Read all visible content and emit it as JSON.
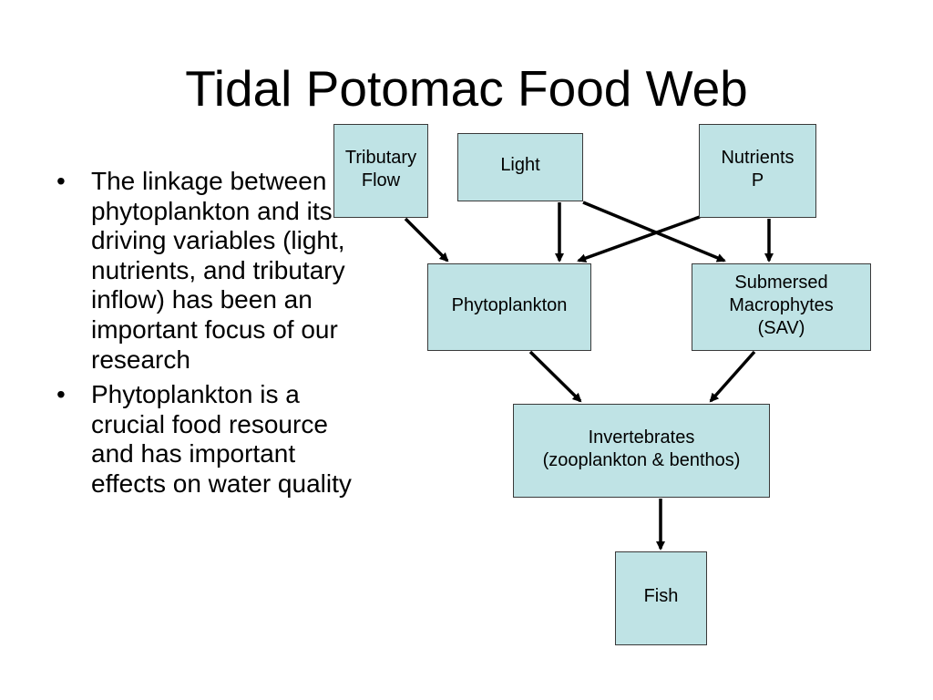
{
  "slide": {
    "title": "Tidal Potomac Food Web",
    "bullets": [
      "The linkage between phytoplankton and its driving variables (light, nutrients, and tributary inflow) has been an important focus of our research",
      "Phytoplankton is a crucial food resource and has important effects on water quality"
    ],
    "bullet_glyph": "•"
  },
  "diagram": {
    "colors": {
      "box_fill": "#bfe3e5",
      "box_border": "#3a3a3a",
      "arrow": "#000000"
    },
    "nodes": {
      "tributary": {
        "label": "Tributary\nFlow"
      },
      "light": {
        "label": "Light"
      },
      "nutrients": {
        "label": "Nutrients\nP"
      },
      "phytoplankton": {
        "label": "Phytoplankton"
      },
      "sav": {
        "label": "Submersed\nMacrophytes\n(SAV)"
      },
      "invertebrates": {
        "label": "Invertebrates\n(zooplankton & benthos)"
      },
      "fish": {
        "label": "Fish"
      }
    },
    "edges": [
      {
        "from": "tributary",
        "to": "phytoplankton"
      },
      {
        "from": "light",
        "to": "phytoplankton"
      },
      {
        "from": "light",
        "to": "sav"
      },
      {
        "from": "nutrients",
        "to": "phytoplankton"
      },
      {
        "from": "nutrients",
        "to": "sav"
      },
      {
        "from": "phytoplankton",
        "to": "invertebrates"
      },
      {
        "from": "sav",
        "to": "invertebrates"
      },
      {
        "from": "invertebrates",
        "to": "fish"
      }
    ]
  }
}
